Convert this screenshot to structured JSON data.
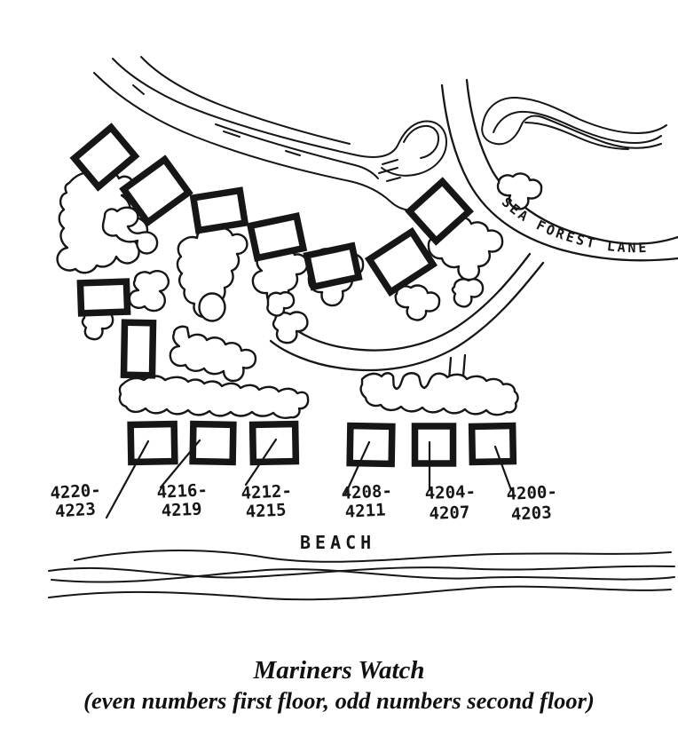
{
  "map": {
    "road_label": "SEA FOREST LANE",
    "beach_label": "BEACH",
    "units": [
      {
        "line1": "4220-",
        "line2": "4223"
      },
      {
        "line1": "4216-",
        "line2": "4219"
      },
      {
        "line1": "4212-",
        "line2": "4215"
      },
      {
        "line1": "4208-",
        "line2": "4211"
      },
      {
        "line1": "4204-",
        "line2": "4207"
      },
      {
        "line1": "4200-",
        "line2": "4203"
      }
    ]
  },
  "caption": {
    "title": "Mariners Watch",
    "subtitle": "(even numbers first floor, odd numbers second floor)"
  },
  "colors": {
    "ink": "#161616",
    "paper": "#ffffff"
  }
}
